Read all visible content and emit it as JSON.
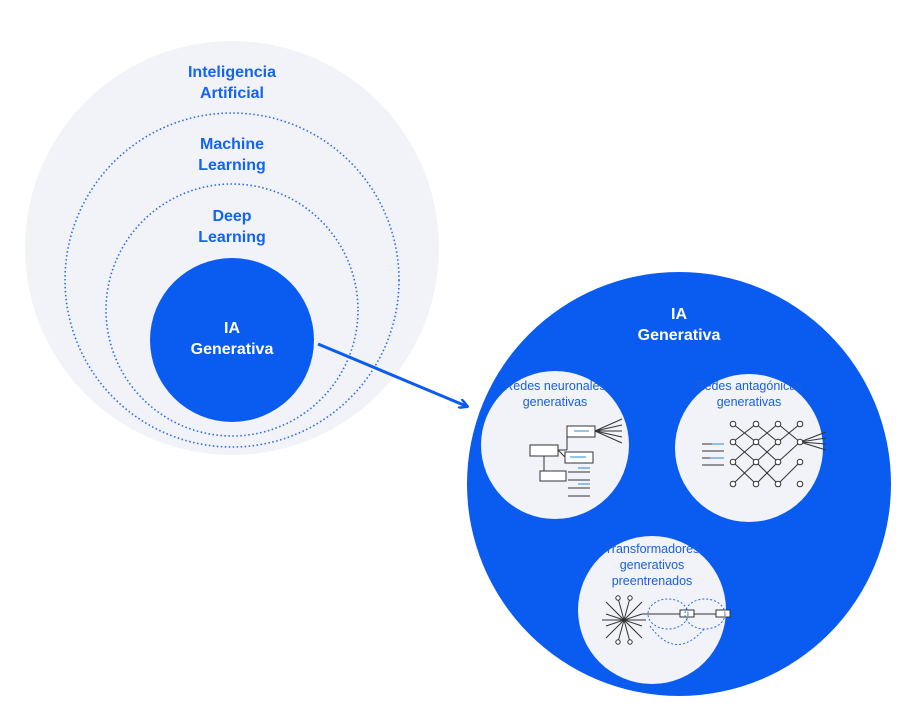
{
  "diagram": {
    "outer_circle": {
      "title_line1": "Inteligencia",
      "title_line2": "Artificial"
    },
    "ml_circle": {
      "title_line1": "Machine",
      "title_line2": "Learning"
    },
    "dl_circle": {
      "title_line1": "Deep",
      "title_line2": "Learning"
    },
    "genai_core": {
      "title_line1": "IA",
      "title_line2": "Generativa"
    },
    "genai_expanded": {
      "title_line1": "IA",
      "title_line2": "Generativa",
      "sub_items": [
        {
          "line1": "Redes neuronales",
          "line2": "generativas"
        },
        {
          "line1": "Redes antagónicas",
          "line2": "generativas"
        },
        {
          "line1": "Transformadores",
          "line2": "generativos",
          "line3": "preentrenados"
        }
      ]
    },
    "colors": {
      "primary_blue": "#0a5cf0",
      "light_bg": "#f1f3f9",
      "label_blue": "#1464f0"
    }
  }
}
